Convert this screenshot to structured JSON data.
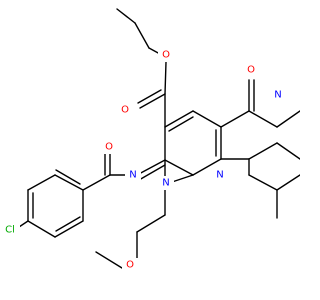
{
  "colors": {
    "carbon": "#000000",
    "oxygen": "#ff0000",
    "nitrogen": "#0000ff",
    "chlorine": "#00aa00"
  },
  "atoms": {
    "o_ester_carbonyl": "O",
    "o_ester_ether": "O",
    "o_amide": "O",
    "o_ketone": "O",
    "o_methoxy": "O",
    "n_imine": "N",
    "n_ring1": "N",
    "n_ring_mid": "N",
    "n_ring_top": "N",
    "cl": "Cl"
  }
}
